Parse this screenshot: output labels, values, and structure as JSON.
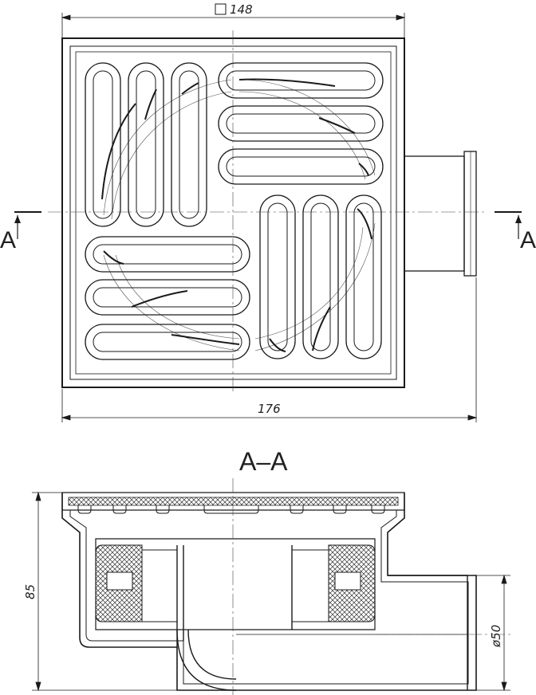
{
  "top_view": {
    "dim_square_top": "148",
    "dim_overall_width": "176",
    "section_marker_left": "A",
    "section_marker_right": "A"
  },
  "section_view": {
    "title": "A–A",
    "dim_height": "85",
    "dim_outlet": "ø50"
  }
}
